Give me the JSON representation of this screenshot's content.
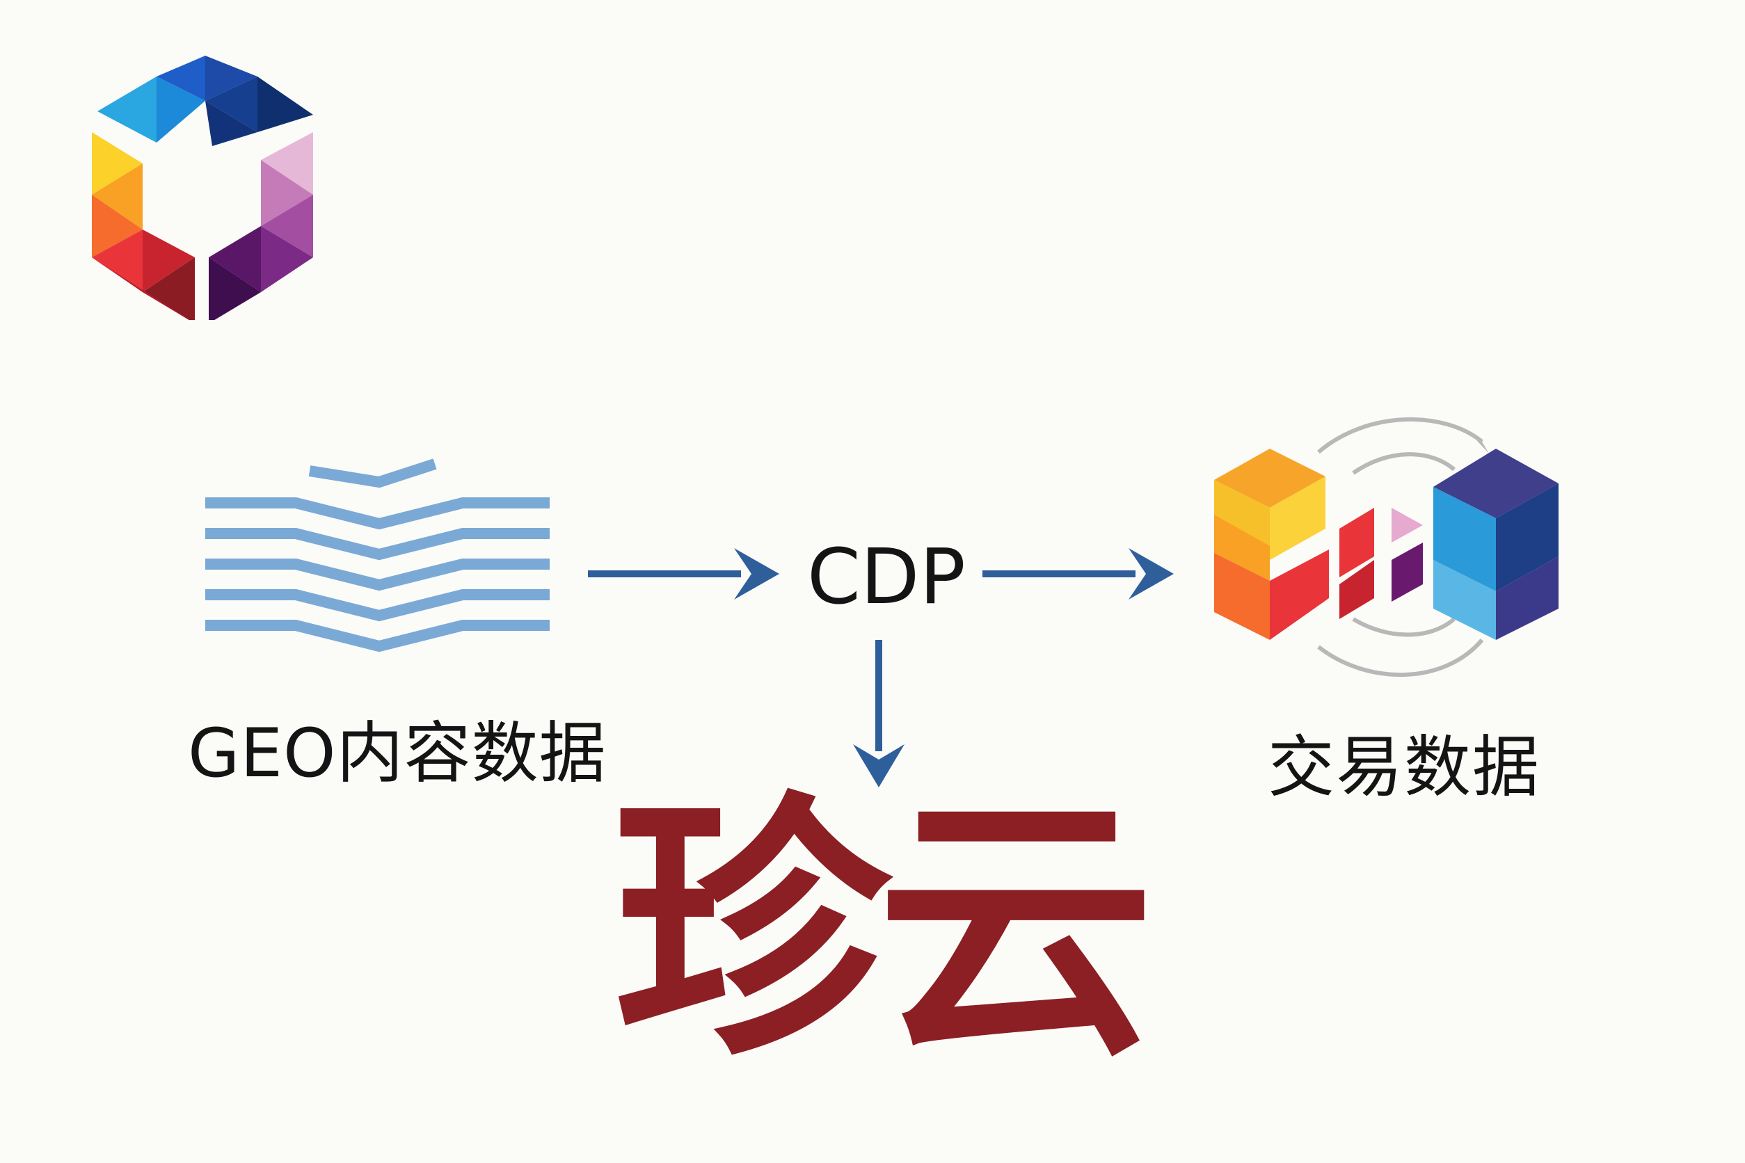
{
  "nodes": {
    "geo_content": "GEO内容数据",
    "cdp": "CDP",
    "transaction": "交易数据",
    "brand": "珍云"
  },
  "colors": {
    "arrow": "#2f5f9b",
    "brand": "#8b1f24",
    "geo_lines": "#7aa9d6",
    "text": "#141414"
  },
  "icons": {
    "top_left_logo": "hexagon-logo-icon",
    "geo_icon": "open-book-lines-icon",
    "transaction_icon": "cube-sync-icon"
  }
}
